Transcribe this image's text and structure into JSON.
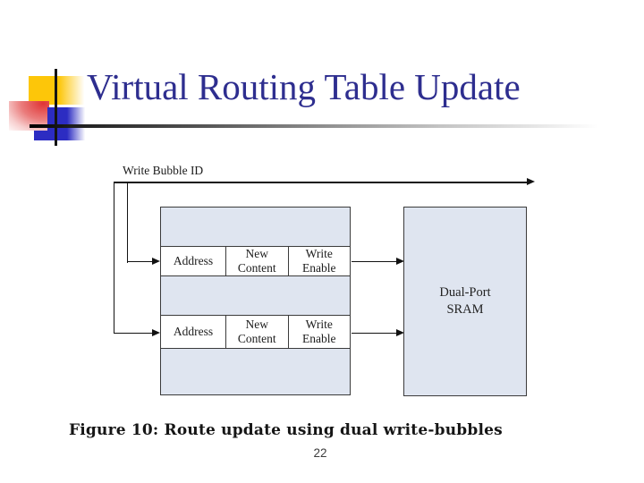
{
  "slide": {
    "title": "Virtual Routing Table Update",
    "page_number": "22"
  },
  "figure": {
    "bus_label": "Write Bubble ID",
    "bubble_row": {
      "address": "Address",
      "new_content_line1": "New",
      "new_content_line2": "Content",
      "write_enable_line1": "Write",
      "write_enable_line2": "Enable"
    },
    "sram": {
      "line1": "Dual-Port",
      "line2": "SRAM"
    },
    "caption": "Figure 10: Route update using dual write-bubbles"
  },
  "colors": {
    "title_text": "#2e2e8f",
    "diagram_fill": "#dfe5f0",
    "diagram_border": "#3b3b3b",
    "line": "#121212",
    "deco_yellow": "#fdc609",
    "deco_red": "#e03434",
    "deco_blue": "#2c2cc2"
  }
}
